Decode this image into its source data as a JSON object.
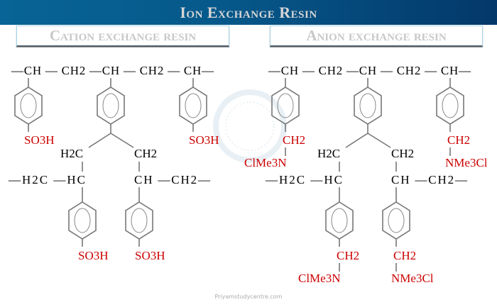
{
  "header": {
    "title": "Ion Exchange Resin"
  },
  "cation": {
    "title": "Cation exchange resin",
    "top_chain": "—CH — CH2 —CH — CH2 — CH—",
    "branch_left": "H2C",
    "branch_right": "CH2",
    "row_left": "—H2C —HC",
    "row_right": "CH —CH2—",
    "groups": {
      "top_left": [
        "SO3H"
      ],
      "top_right": [
        "SO3H"
      ],
      "bottom_left": [
        "SO3H"
      ],
      "bottom_right": [
        "SO3H"
      ]
    }
  },
  "anion": {
    "title": "Anion exchange resin",
    "top_chain": "—CH — CH2 —CH — CH2 — CH—",
    "branch_left": "H2C",
    "branch_right": "CH2",
    "row_left": "—H2C —HC",
    "row_right": "CH —CH2—",
    "groups": {
      "top_left": [
        "CH2",
        "ClMe3N"
      ],
      "top_right": [
        "CH2",
        "NMe3Cl"
      ],
      "bottom_left": [
        "CH2",
        "ClMe3N"
      ],
      "bottom_right": [
        "CH2",
        "NMe3Cl"
      ]
    }
  },
  "footer": {
    "watermark": "Priyamstudycentre.com"
  },
  "colors": {
    "header_start": "#086496",
    "header_end": "#04386a",
    "functional_group": "#cc0000"
  }
}
